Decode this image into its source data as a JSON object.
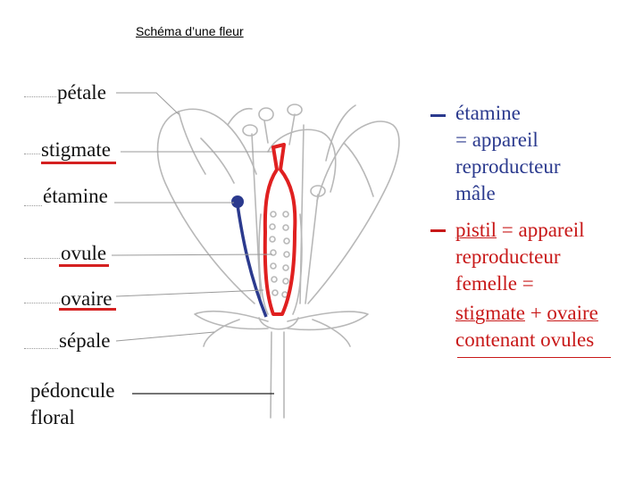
{
  "title": "Schéma d’une fleur",
  "labels": {
    "petale": "pétale",
    "stigmate": "stigmate",
    "etamine": "étamine",
    "ovule": "ovule",
    "ovaire": "ovaire",
    "sepale": "sépale",
    "pedoncule_1": "pédoncule",
    "pedoncule_2": "floral"
  },
  "legend": {
    "male": {
      "line1": "étamine",
      "line2": "= appareil",
      "line3": "reproducteur",
      "line4": "mâle",
      "color": "#2b3a8e"
    },
    "female": {
      "line1_a": "pistil",
      "line1_b": " = appareil",
      "line2": "reproducteur",
      "line3": "femelle =",
      "line4_a": "stigmate",
      "line4_b": " + ",
      "line4_c": "ovaire",
      "line5": "contenant ovules",
      "color": "#c81818"
    }
  },
  "colors": {
    "annotation_red": "#d42020",
    "stamen_blue": "#2b3a8e",
    "pistil_red": "#e02020",
    "outline": "#b8b8b8"
  }
}
